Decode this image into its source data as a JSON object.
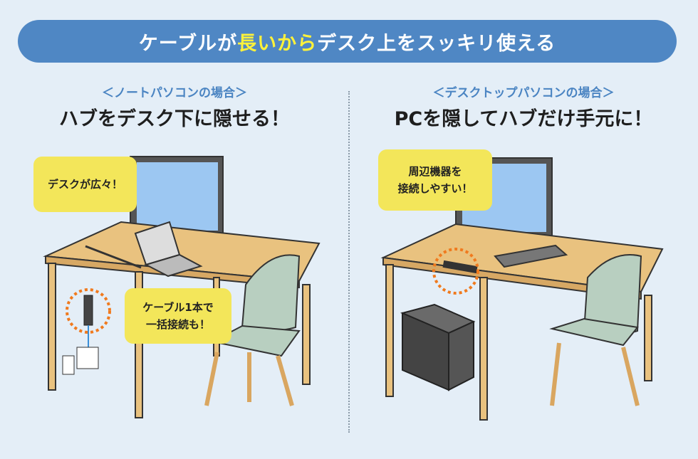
{
  "banner": {
    "pre": "ケーブルが",
    "highlight": "長いから",
    "post": "デスク上をスッキリ使える"
  },
  "left": {
    "subtitle": "＜ノートパソコンの場合＞",
    "heading": "ハブをデスク下に隠せる！",
    "bubble1": "デスクが広々！",
    "bubble2": {
      "line1": "ケーブル1本で",
      "line2": "一括接続も！"
    }
  },
  "right": {
    "subtitle": "＜デスクトップパソコンの場合＞",
    "heading": "PCを隠してハブだけ手元に！",
    "bubble1": {
      "line1": "周辺機器を",
      "line2": "接続しやすい！"
    }
  },
  "colors": {
    "background": "#e4eef7",
    "banner": "#4f87c4",
    "highlight": "#fff23a",
    "bubble": "#f3e65a",
    "desk": "#e9c27f",
    "highlight_ring": "#f07a1e"
  }
}
